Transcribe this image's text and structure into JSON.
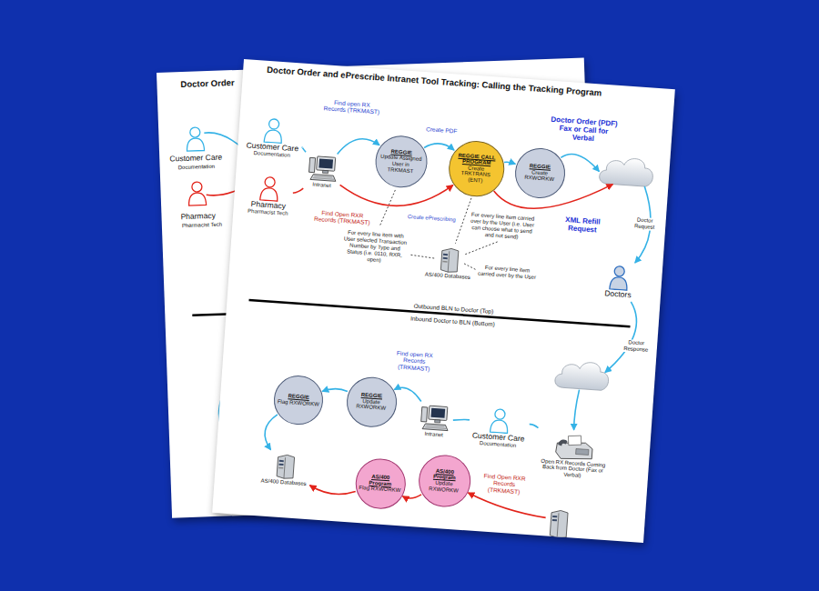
{
  "diagram": {
    "title": "Doctor Order and ePrescribe Intranet Tool Tracking: Calling the Tracking Program",
    "nodes": [
      {
        "text": [
          "Customer Care",
          "Documentation"
        ]
      },
      {
        "text": [
          "Pharmacy",
          "Pharmacist Tech"
        ]
      },
      {
        "text": [
          "Intranet"
        ]
      },
      {
        "text": [
          "REGGIE",
          "Update Assigned User in TRKMAST"
        ]
      },
      {
        "text": [
          "REGGIE CALL PROGRAM",
          "Create TRKTRANS (ENT)"
        ]
      },
      {
        "text": [
          "REGGIE",
          "Create RXWORKW"
        ]
      },
      {
        "text": [
          "AS/400 Databases"
        ]
      },
      {
        "text": [
          "Doctors"
        ]
      },
      {
        "text": [
          "REGGIE",
          "Flag RXWORKW"
        ]
      },
      {
        "text": [
          "REGGIE",
          "Update RXWORKW"
        ]
      },
      {
        "text": [
          "Intranet"
        ]
      },
      {
        "text": [
          "Customer Care",
          "Documentation"
        ]
      },
      {
        "text": [
          "Open RX Records Coming Back from Doctor (Fax or Verbal)"
        ]
      },
      {
        "text": [
          "AS/400 Databases"
        ]
      },
      {
        "text": [
          "AS/400 Program",
          "Flag RXWORKW"
        ]
      },
      {
        "text": [
          "AS/400 Program",
          "Update RXWORKW"
        ]
      }
    ],
    "edges": [
      {
        "from": 0,
        "to": 2,
        "arrow": "none"
      },
      {
        "from": 1,
        "to": 2,
        "arrow": "none"
      },
      {
        "from": 2,
        "to": 3,
        "arrow": "to",
        "label": "Find open RX Records (TRKMAST)"
      },
      {
        "from": 2,
        "to": 4,
        "arrow": "to",
        "label": "Find Open RXR Records (TRKMAST)"
      },
      {
        "from": 3,
        "to": 4,
        "arrow": "to",
        "label": "Create PDF"
      },
      {
        "from": 4,
        "to": 5,
        "arrow": "to"
      },
      {
        "from": 12,
        "to": 11,
        "arrow": "none"
      },
      {
        "from": 11,
        "to": 10,
        "arrow": "none"
      },
      {
        "from": 10,
        "to": 9,
        "arrow": "to",
        "label": "Find open RX Records (TRKMAST)"
      },
      {
        "from": 9,
        "to": 8,
        "arrow": "to"
      },
      {
        "from": 8,
        "to": 13,
        "arrow": "to"
      },
      {
        "from": 15,
        "to": 14,
        "arrow": "to"
      },
      {
        "from": 14,
        "to": 13,
        "arrow": "to"
      }
    ],
    "labels": [
      "Doctor Order",
      "Customer Care",
      "Documentation",
      "Pharmacy",
      "Pharmacist Tech",
      "Create ePrescribing",
      "For every line item with User selected Transaction Number by Type and Status (i.e. 0110, RXR, open)",
      "For every line item carried over by the User (i.e. User can choose what to send and not send)",
      "For every line item carried over by the User",
      "Doctor Order (PDF) Fax or Call for Verbal",
      "XML Refill Request",
      "Doctor Request",
      "Doctor Response",
      "Outbound BLN to Doctor (Top)",
      "Inbound Doctor to BLN (Bottom)",
      "Find Open RXR Records (TRKMAST)"
    ]
  }
}
